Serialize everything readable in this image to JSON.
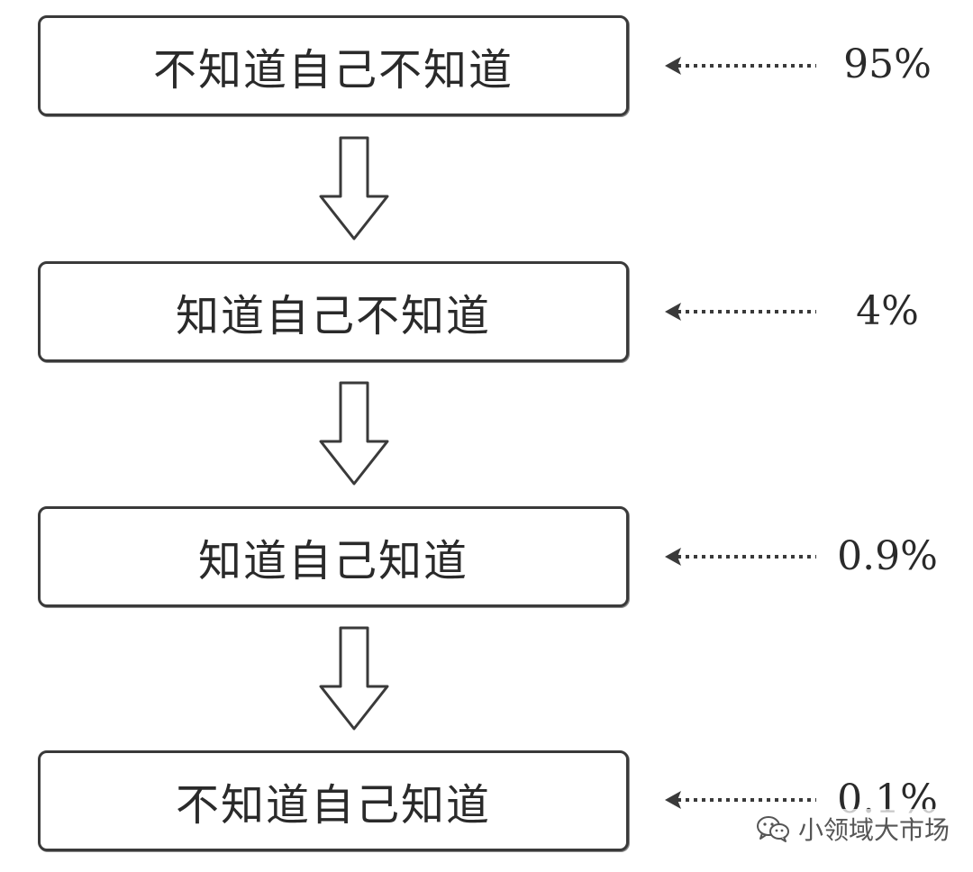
{
  "diagram": {
    "levels": [
      {
        "label": "不知道自己不知道",
        "percent": "95%"
      },
      {
        "label": "知道自己不知道",
        "percent": "4%"
      },
      {
        "label": "知道自己知道",
        "percent": "0.9%"
      },
      {
        "label": "不知道自己知道",
        "percent": "0.1%"
      }
    ]
  },
  "watermark": {
    "text": "小领域大市场",
    "icon": "wechat-icon"
  },
  "colors": {
    "stroke": "#3a3a3a",
    "text": "#2a2a2a",
    "background": "#ffffff",
    "watermark_text": "#555555"
  }
}
